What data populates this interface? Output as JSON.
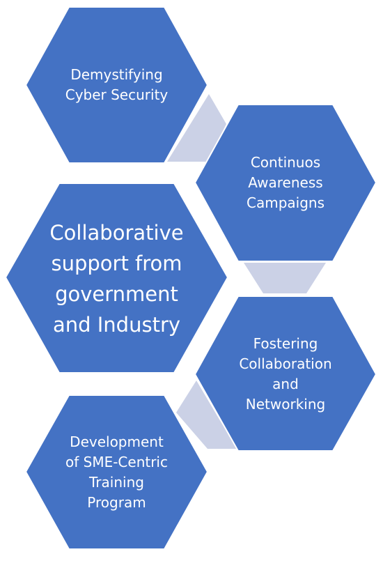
{
  "colors": {
    "hexagon": "#4472C4",
    "hexagon_stroke": "#ffffff",
    "connector": "#CBD1E6",
    "text": "#ffffff"
  },
  "nodes": {
    "demystifying": {
      "label": "Demystifying\nCyber Security"
    },
    "awareness": {
      "label": "Continuos\nAwareness\nCampaigns"
    },
    "collaborative": {
      "label": "Collaborative\nsupport from\ngovernment\nand Industry"
    },
    "fostering": {
      "label": "Fostering\nCollaboration\nand\nNetworking"
    },
    "development": {
      "label": "Development\nof SME-Centric\nTraining\nProgram"
    }
  }
}
